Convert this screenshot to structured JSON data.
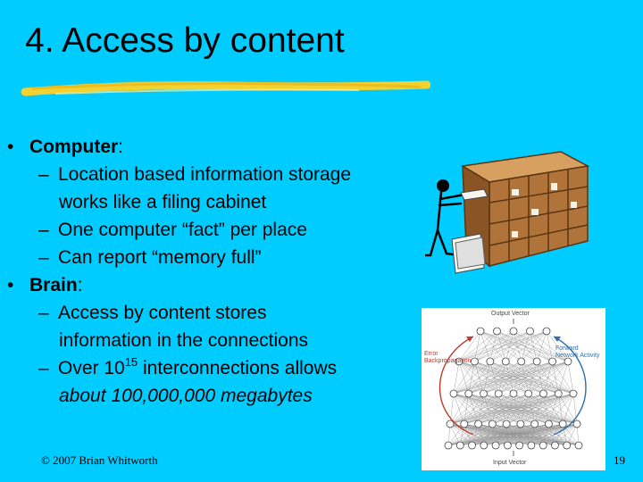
{
  "slide": {
    "title": "4. Access by content",
    "bullets": {
      "computer": {
        "marker": "•",
        "term": "Computer",
        "colon": ":",
        "subitems": [
          {
            "dash": "–",
            "lines": [
              "Location based information storage",
              "works like a  filing cabinet"
            ]
          },
          {
            "dash": "–",
            "text": "One computer “fact” per place"
          },
          {
            "dash": "–",
            "text": "Can report “memory full”"
          }
        ]
      },
      "brain": {
        "marker": "•",
        "term": "Brain",
        "colon": ":",
        "subitems": [
          {
            "dash": "–",
            "lines": [
              "Access by content stores",
              "information in the connections"
            ]
          },
          {
            "dash": "–",
            "text_before": "Over 10",
            "superscript": "15",
            "text_after": " interconnections allows",
            "line2": "about 100,000,000 megabytes"
          }
        ]
      }
    },
    "footer": {
      "copyright": "© 2007 Brian Whitworth",
      "page_number": "19"
    },
    "network_diagram": {
      "output_label": "Output Vector",
      "input_label": "Input Vector",
      "error_label_1": "Error",
      "error_label_2": "Backpropagation",
      "forward_label_1": "Forward",
      "forward_label_2": "Network Activity"
    },
    "colors": {
      "background": "#00ccff",
      "underline": "#f2d230",
      "cabinet": "#b0743a",
      "error_arrow": "#c0392b",
      "forward_arrow": "#2e6fa8"
    },
    "icons": [
      "filing-cabinet-person-illustration",
      "neural-network-diagram"
    ]
  }
}
